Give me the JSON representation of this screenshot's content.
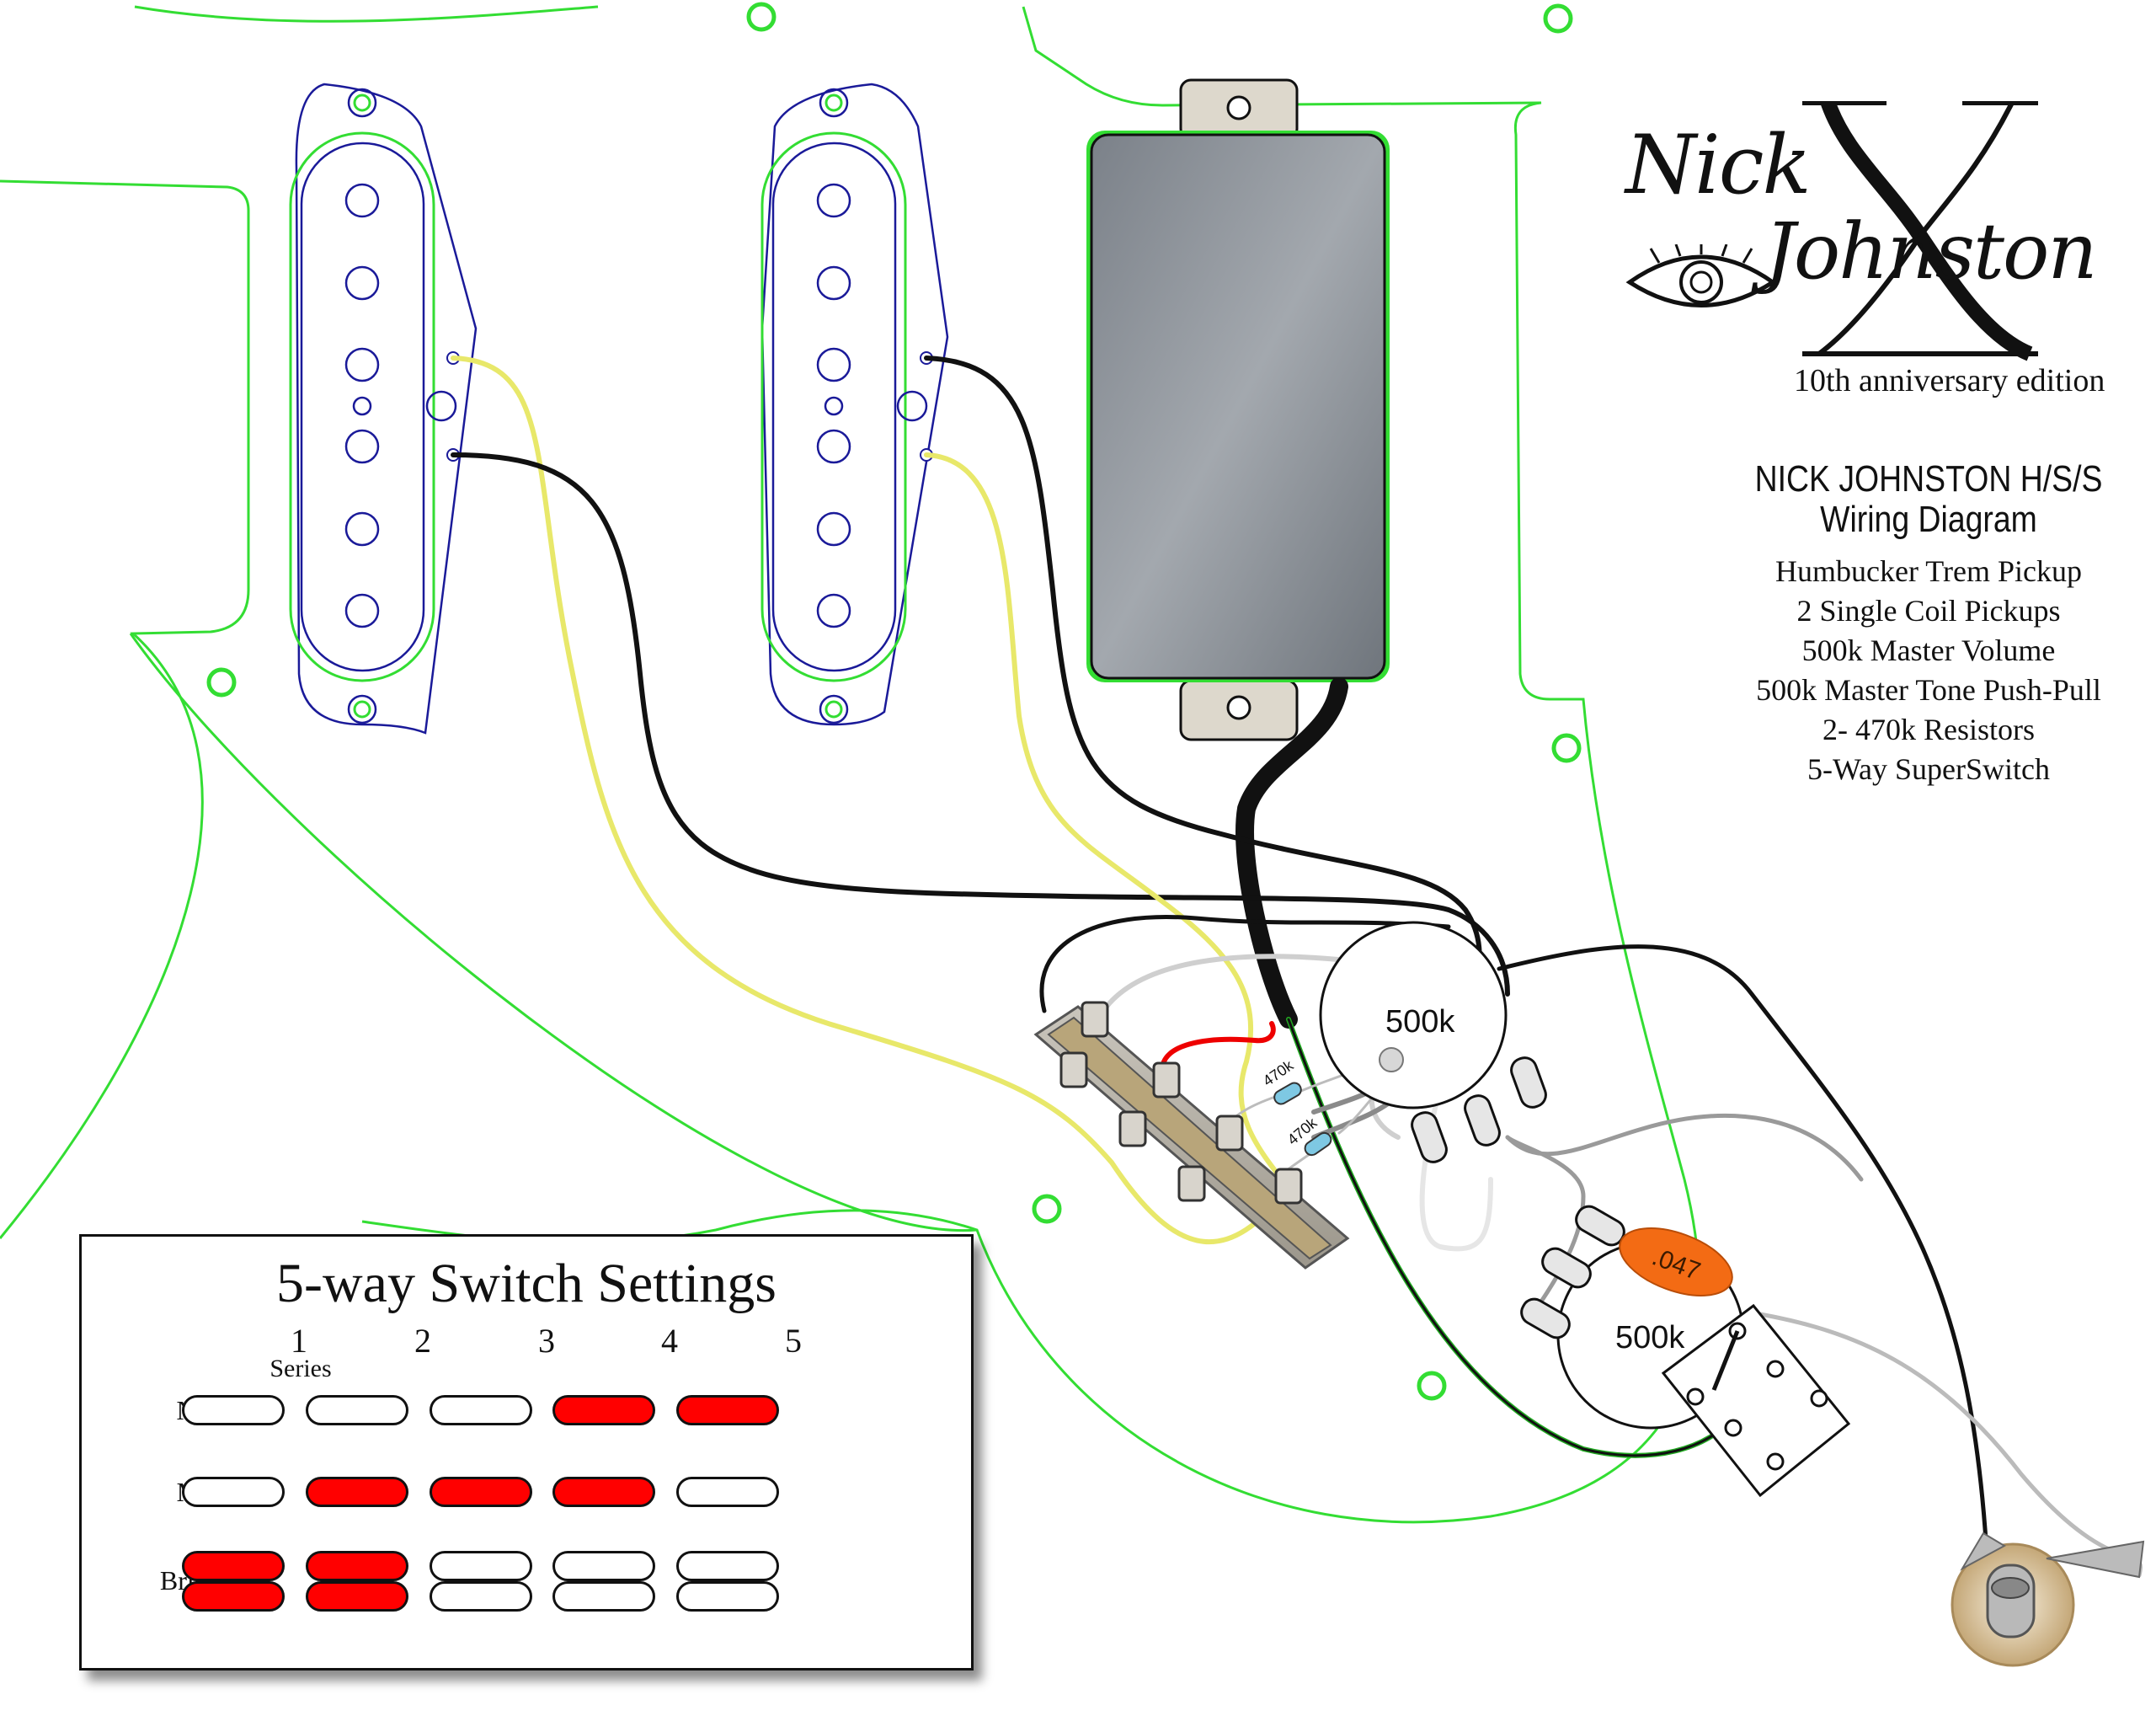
{
  "brand": {
    "name_line1": "Nick",
    "name_line2": "Johnston",
    "roman_numeral": "X",
    "edition": "10th anniversary edition"
  },
  "diagram": {
    "title_line1": "NICK JOHNSTON H/S/S",
    "title_line2": "Wiring Diagram",
    "specs": [
      "Humbucker Trem Pickup",
      "2 Single Coil Pickups",
      "500k Master Volume",
      "500k Master Tone Push-Pull",
      "2- 470k Resistors",
      "5-Way SuperSwitch"
    ],
    "volume_pot_label": "500k",
    "tone_pot_label": "500k",
    "capacitor_label": ".047",
    "resistor_label_1": "470k",
    "resistor_label_2": "470k"
  },
  "switch_settings": {
    "title": "5-way Switch Settings",
    "positions": [
      "1",
      "2",
      "3",
      "4",
      "5"
    ],
    "position_1_note": "Series",
    "rows": [
      {
        "label": "Neck",
        "type": "single",
        "states": [
          false,
          false,
          false,
          true,
          true
        ]
      },
      {
        "label": "Mid",
        "type": "single",
        "states": [
          false,
          true,
          true,
          true,
          false
        ]
      },
      {
        "label": "Bridge",
        "type": "double",
        "states": [
          true,
          true,
          false,
          false,
          false
        ]
      }
    ]
  },
  "colors": {
    "pickguard_outline": "#33dd33",
    "single_coil_outline": "#1a1a99",
    "hot_wire_yellow": "#eeee55",
    "ground_wire_black": "#111111",
    "jumper_red": "#ee0000",
    "humbucker_cover": "#8f959d",
    "capacitor_orange": "#f36b14",
    "switch_on_red": "#ff0000"
  }
}
